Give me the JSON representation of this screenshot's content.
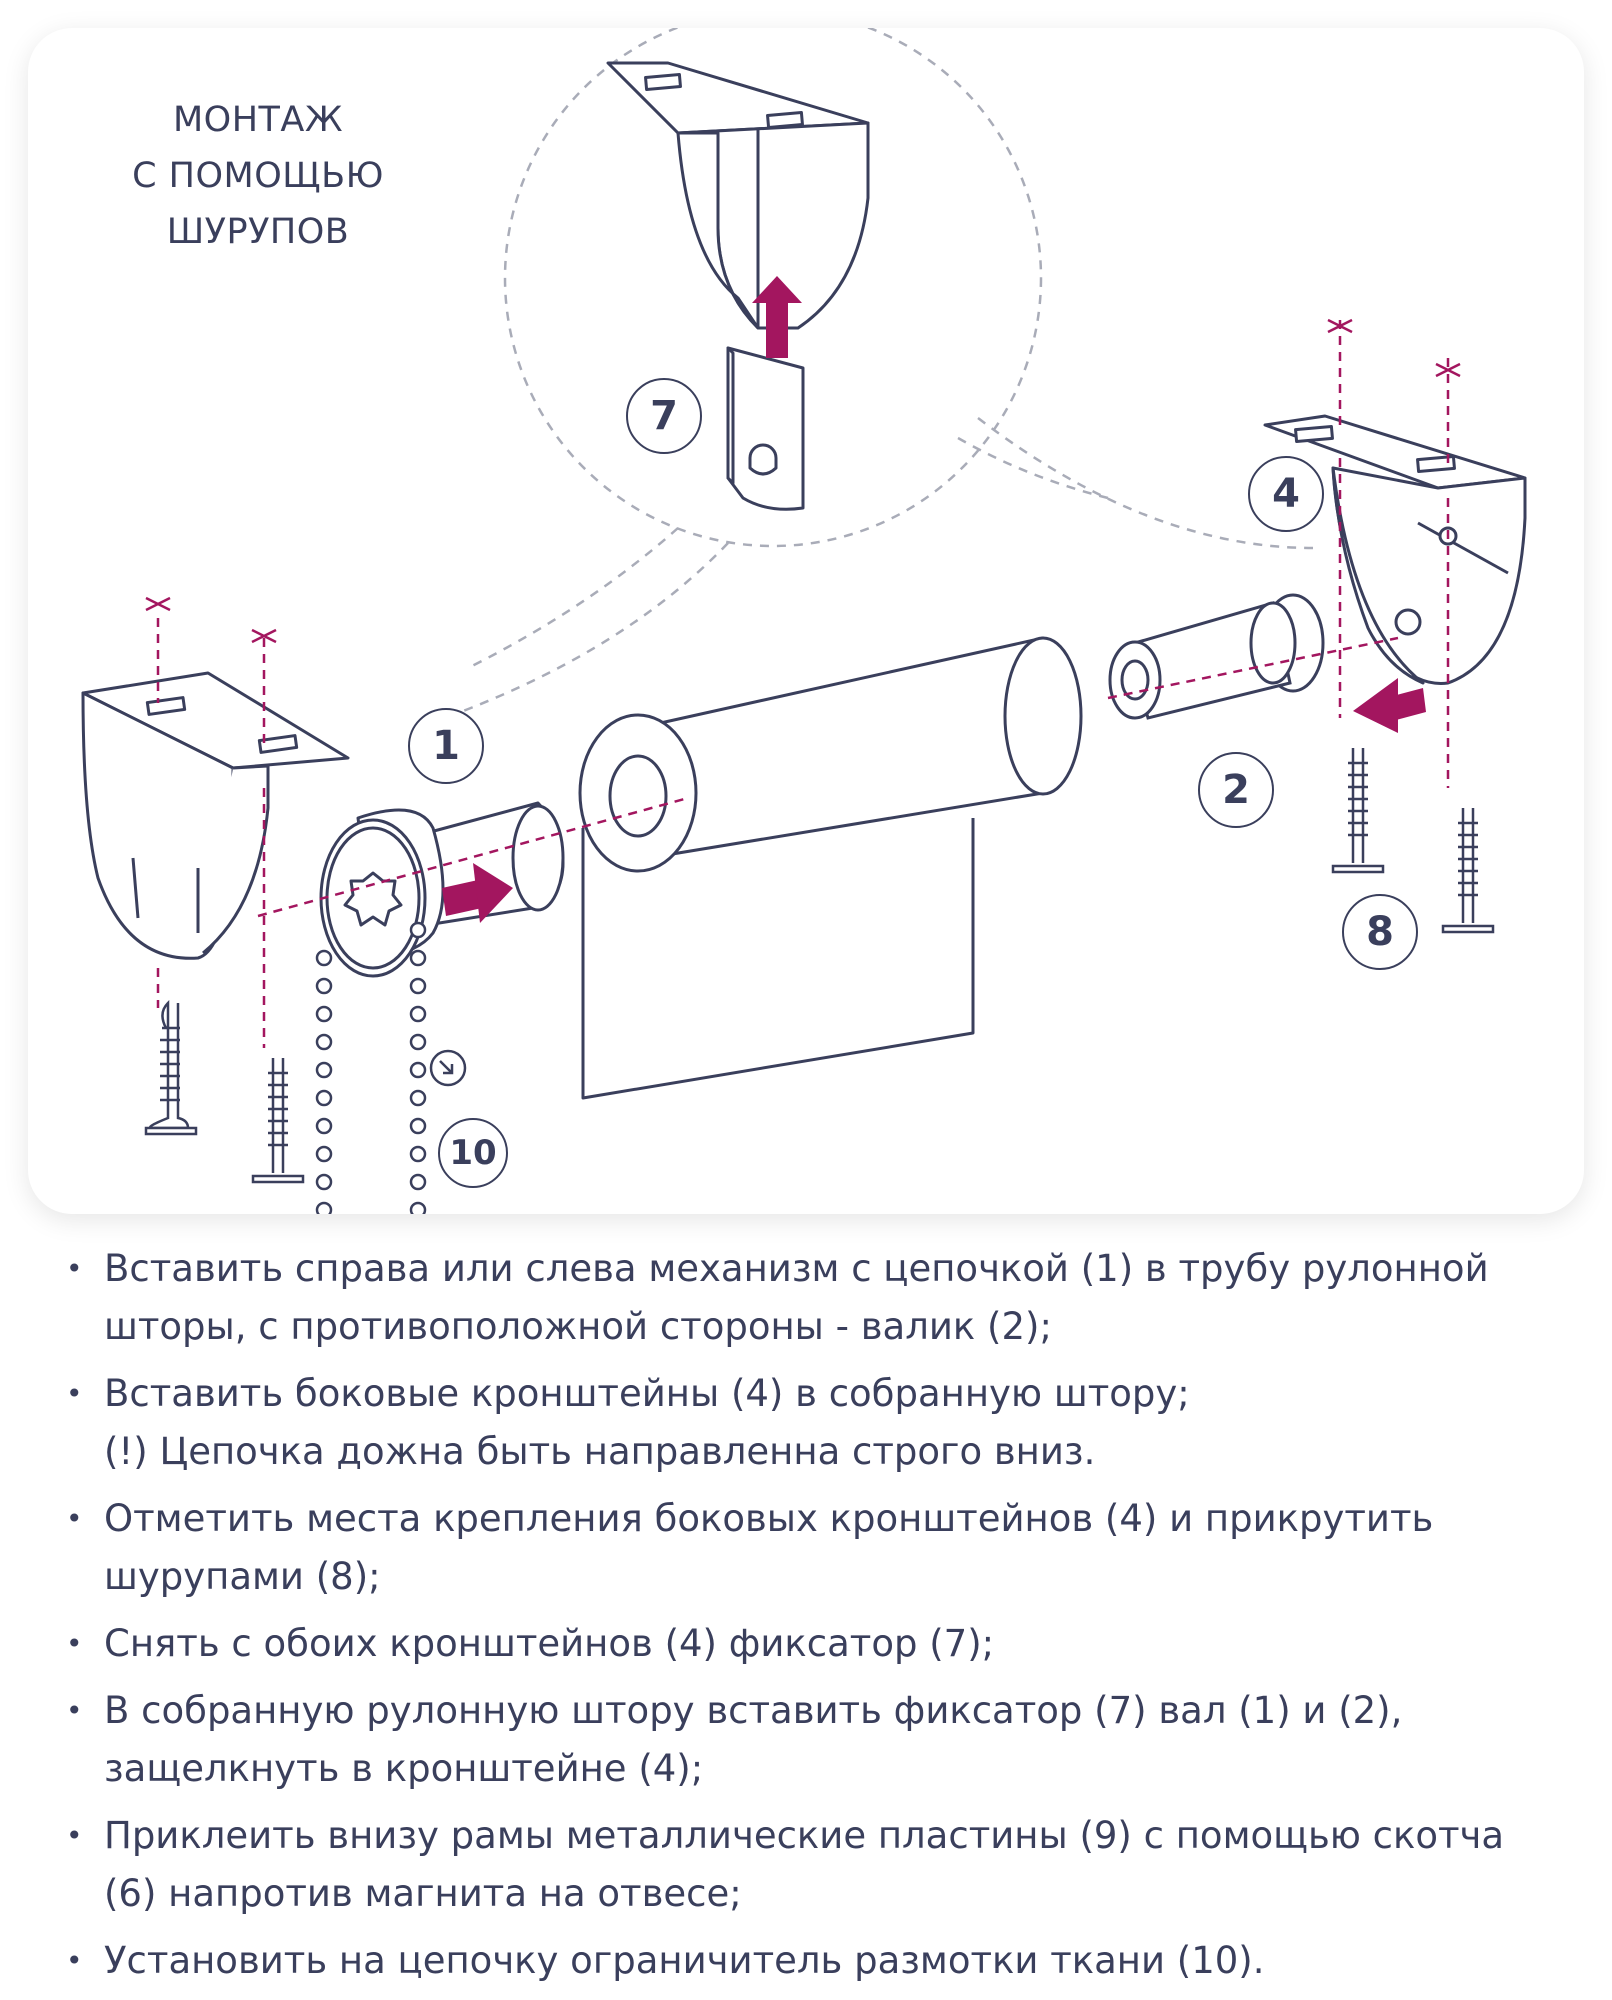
{
  "diagram": {
    "title_lines": [
      "МОНТАЖ",
      "С ПОМОЩЬЮ",
      "ШУРУПОВ"
    ],
    "callouts": {
      "n1": "1",
      "n2": "2",
      "n4": "4",
      "n7": "7",
      "n8": "8",
      "n10": "10"
    },
    "colors": {
      "line": "#3a3f5c",
      "accent": "#a3165f",
      "card_bg": "#ffffff"
    }
  },
  "steps": [
    {
      "lines": [
        "Вставить справа или слева механизм с цепочкой (1) в трубу рулонной",
        "шторы, с противоположной стороны - валик (2);"
      ]
    },
    {
      "lines": [
        "Вставить боковые кронштейны (4) в собранную штору;",
        "(!) Цепочка дожна быть направленна строго вниз."
      ]
    },
    {
      "lines": [
        "Отметить места крепления боковых кронштейнов (4) и прикрутить",
        "шурупами (8);"
      ]
    },
    {
      "lines": [
        "Снять с обоих кронштейнов (4) фиксатор (7);"
      ]
    },
    {
      "lines": [
        "В собранную рулонную штору  вставить фиксатор (7) вал (1) и (2),",
        "защелкнуть в кронштейне (4);"
      ]
    },
    {
      "lines": [
        "Приклеить внизу рамы металлические пластины (9) с помощью скотча",
        "(6) напротив магнита на отвесе;"
      ]
    },
    {
      "lines": [
        "Установить на цепочку ограничитель размотки ткани (10)."
      ]
    }
  ]
}
